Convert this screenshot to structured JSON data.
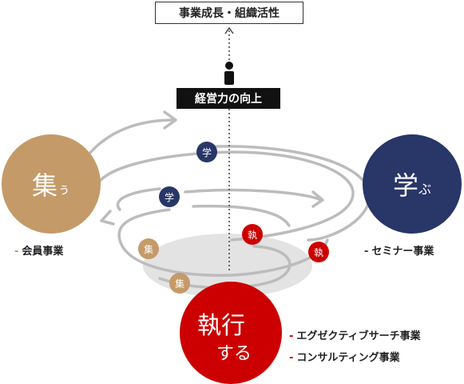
{
  "goal": {
    "title": "事業成長・組織活性"
  },
  "management": {
    "label": "経営力の向上"
  },
  "circles": {
    "atsumaru": {
      "main": "集",
      "small": "ぅ",
      "color": "#c49a68"
    },
    "manabu": {
      "main": "学",
      "small": "ぶ",
      "color": "#283668"
    },
    "shikkou": {
      "line1": "執行",
      "line2": "する",
      "color": "#cc0000"
    }
  },
  "nodes": {
    "manabu_char": "学",
    "shikkou_char": "執",
    "atsumaru_char": "集"
  },
  "services": {
    "dash": "-",
    "atsumaru": [
      "会員事業"
    ],
    "manabu": [
      "セミナー事業"
    ],
    "shikkou": [
      "エグゼクティブサーチ事業",
      "コンサルティング事業"
    ]
  },
  "colors": {
    "tan": "#c49a68",
    "navy": "#283668",
    "red": "#cc0000",
    "spiral": "#bcbcbc"
  }
}
